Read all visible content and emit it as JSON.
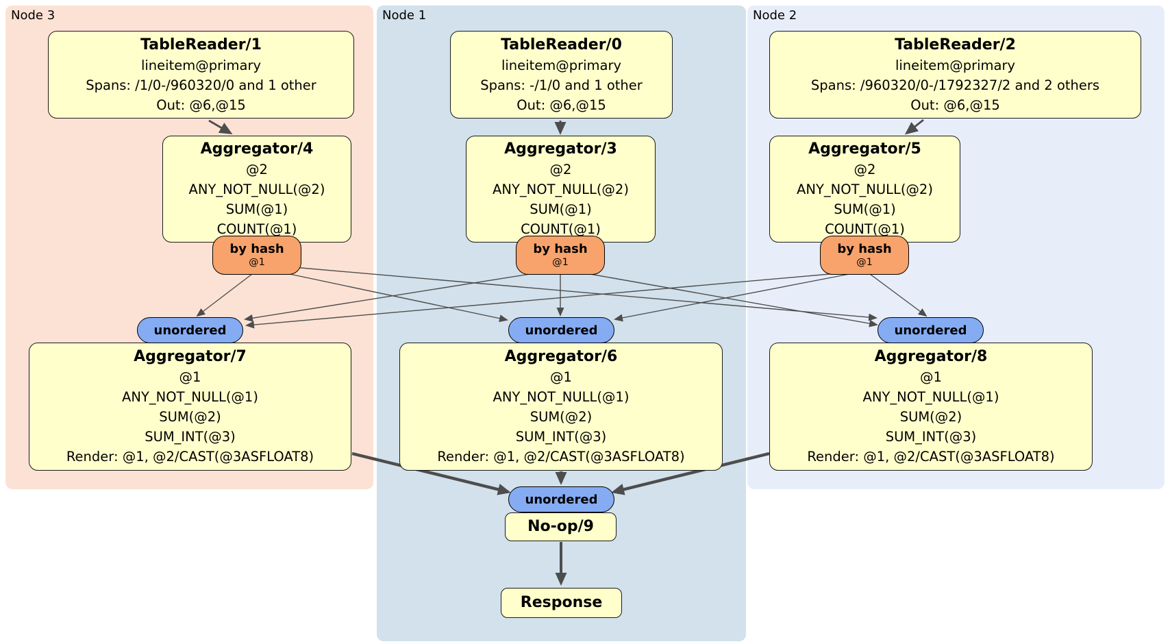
{
  "diagram": {
    "kind": "distsql-plan",
    "regions": [
      {
        "label": "Node 3",
        "color": "#fce2d4"
      },
      {
        "label": "Node 1",
        "color": "#d2e1eb"
      },
      {
        "label": "Node 2",
        "color": "#e8eef9"
      }
    ],
    "processors": {
      "tablereader1": {
        "title": "TableReader/1",
        "lines": [
          "lineitem@primary",
          "Spans: /1/0-/960320/0 and 1 other",
          "Out: @6,@15"
        ]
      },
      "tablereader0": {
        "title": "TableReader/0",
        "lines": [
          "lineitem@primary",
          "Spans: -/1/0 and 1 other",
          "Out: @6,@15"
        ]
      },
      "tablereader2": {
        "title": "TableReader/2",
        "lines": [
          "lineitem@primary",
          "Spans: /960320/0-/1792327/2 and 2 others",
          "Out: @6,@15"
        ]
      },
      "aggregator4": {
        "title": "Aggregator/4",
        "lines": [
          "@2",
          "ANY_NOT_NULL(@2)",
          "SUM(@1)",
          "COUNT(@1)"
        ]
      },
      "aggregator3": {
        "title": "Aggregator/3",
        "lines": [
          "@2",
          "ANY_NOT_NULL(@2)",
          "SUM(@1)",
          "COUNT(@1)"
        ]
      },
      "aggregator5": {
        "title": "Aggregator/5",
        "lines": [
          "@2",
          "ANY_NOT_NULL(@2)",
          "SUM(@1)",
          "COUNT(@1)"
        ]
      },
      "aggregator7": {
        "title": "Aggregator/7",
        "lines": [
          "@1",
          "ANY_NOT_NULL(@1)",
          "SUM(@2)",
          "SUM_INT(@3)",
          "Render: @1, @2/CAST(@3ASFLOAT8)"
        ]
      },
      "aggregator6": {
        "title": "Aggregator/6",
        "lines": [
          "@1",
          "ANY_NOT_NULL(@1)",
          "SUM(@2)",
          "SUM_INT(@3)",
          "Render: @1, @2/CAST(@3ASFLOAT8)"
        ]
      },
      "aggregator8": {
        "title": "Aggregator/8",
        "lines": [
          "@1",
          "ANY_NOT_NULL(@1)",
          "SUM(@2)",
          "SUM_INT(@3)",
          "Render: @1, @2/CAST(@3ASFLOAT8)"
        ]
      },
      "noop": {
        "title": "No-op/9"
      },
      "response": {
        "title": "Response"
      }
    },
    "router": {
      "label": "by hash",
      "detail": "@1"
    },
    "stream": {
      "unordered_label": "unordered"
    },
    "colors": {
      "processor_fill": "#ffffcc",
      "router_fill": "#f7a36b",
      "stream_fill": "#85acf2",
      "edge": "#4d4d4d"
    }
  }
}
